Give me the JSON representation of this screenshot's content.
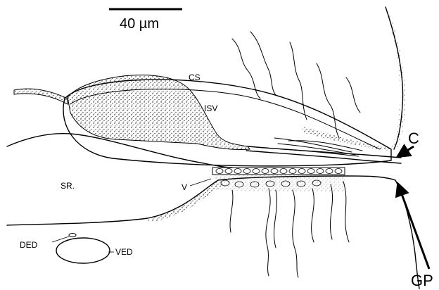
{
  "scale_bar": {
    "label": "40 µm"
  },
  "labels": {
    "cs": "CS",
    "isv": "ISV",
    "sr": "SR.",
    "v": "V",
    "ded": "DED",
    "ved": "VED",
    "c": "C",
    "gp": "GP"
  }
}
